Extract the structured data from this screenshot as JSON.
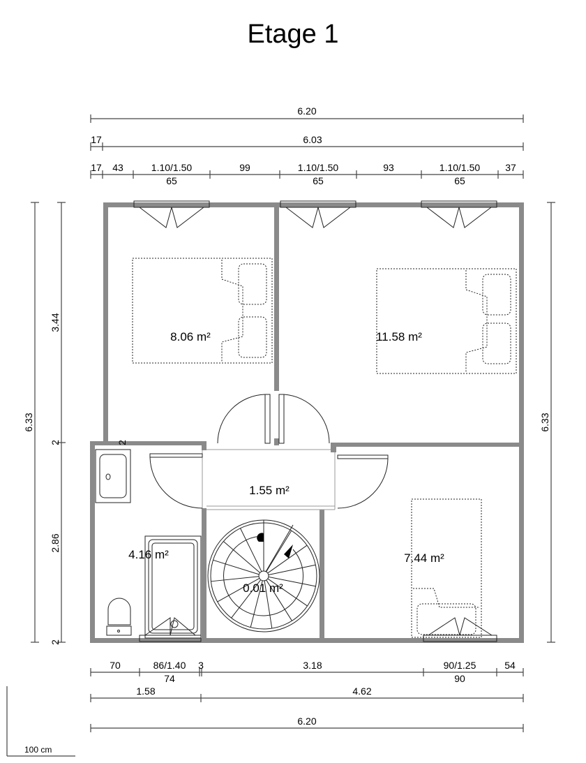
{
  "title": "Etage 1",
  "dimensions": {
    "top_total": "6.20",
    "top_row2": [
      "17",
      "6.03"
    ],
    "top_row3": [
      "17",
      "43",
      "1.10/1.50",
      "99",
      "1.10/1.50",
      "93",
      "1.10/1.50",
      "37"
    ],
    "top_row3_sub": [
      "65",
      "65",
      "65"
    ],
    "left_total": "6.33",
    "left_parts": [
      "3.44",
      "2",
      "2.86",
      "2"
    ],
    "right_total": "6.33",
    "bottom_row1": [
      "70",
      "86/1.40",
      "3",
      "3.18",
      "90/1.25",
      "54"
    ],
    "bottom_row1_sub": [
      "74",
      "90"
    ],
    "bottom_row2": [
      "1.58",
      "4.62"
    ],
    "bottom_total": "6.20",
    "wall_marker": "2"
  },
  "rooms": {
    "bedroom_1": "8.06 m²",
    "bedroom_2": "11.58 m²",
    "hall": "1.55 m²",
    "bathroom": "4.16 m²",
    "stairs": "0.01 m²",
    "bedroom_3": "7.44 m²"
  },
  "scale": "100 cm"
}
